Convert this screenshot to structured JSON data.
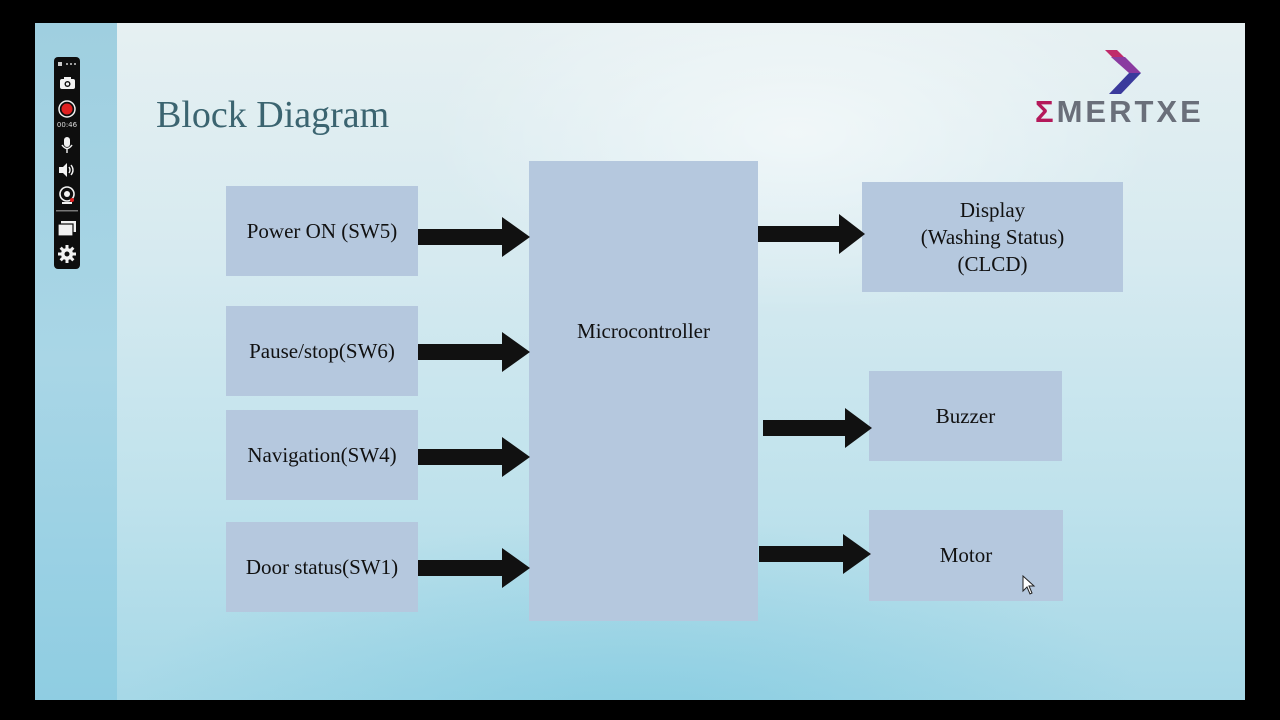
{
  "slide": {
    "title": "Block Diagram",
    "logo": {
      "sigma": "Σ",
      "rest": "MERTXE"
    },
    "inputs": [
      {
        "label": "Power ON (SW5)"
      },
      {
        "label": "Pause/stop(SW6)"
      },
      {
        "label": "Navigation(SW4)"
      },
      {
        "label": "Door status(SW1)"
      }
    ],
    "controller": {
      "label": "Microcontroller"
    },
    "outputs": [
      {
        "lines": [
          "Display",
          "(Washing Status)",
          "(CLCD)"
        ]
      },
      {
        "lines": [
          "Buzzer"
        ]
      },
      {
        "lines": [
          "Motor"
        ]
      }
    ]
  },
  "recorder": {
    "timer": "00:46",
    "icons": [
      "camera-icon",
      "record-icon",
      "microphone-icon",
      "speaker-icon",
      "webcam-icon",
      "window-icon",
      "gear-icon"
    ]
  },
  "colors": {
    "box": "#b5c8de",
    "arrow": "#111111",
    "title": "#3b6470",
    "logo_accent": "#b4195a",
    "record": "#e02020"
  }
}
